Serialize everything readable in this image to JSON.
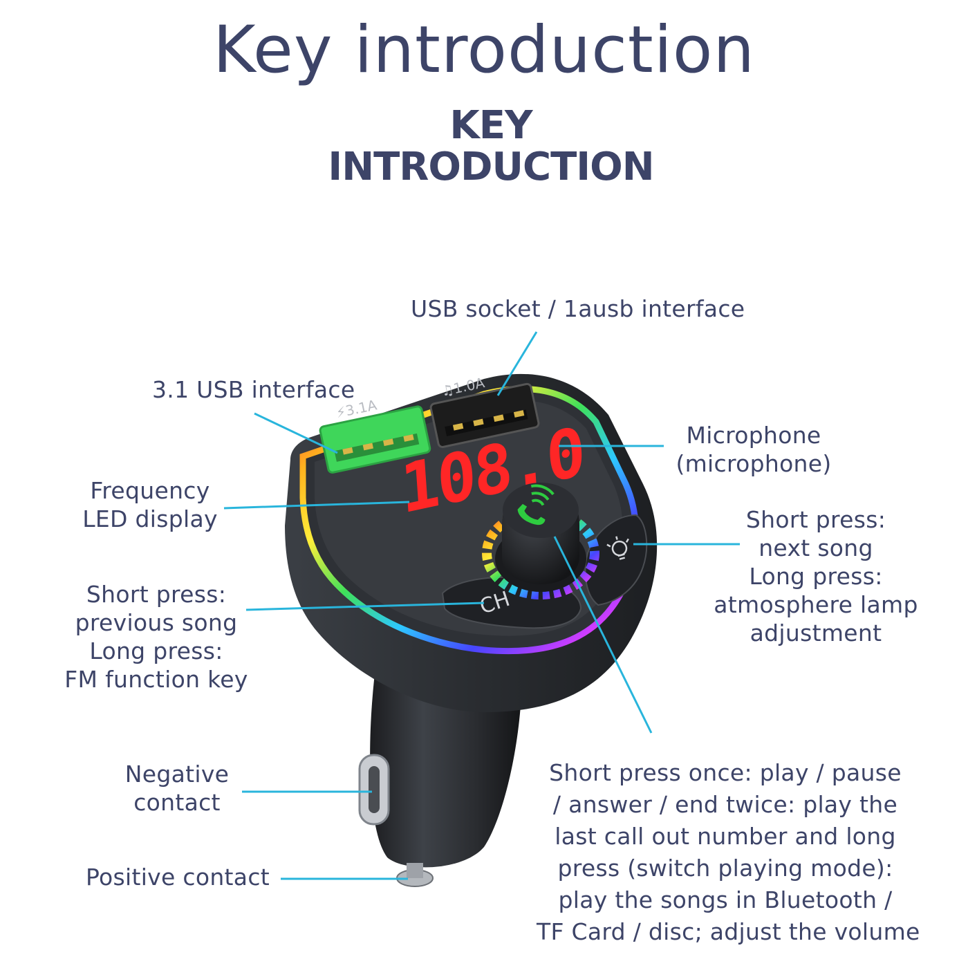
{
  "title": "Key introduction",
  "subtitle": [
    "KEY",
    "INTRODUCTION"
  ],
  "colors": {
    "text": "#3d4468",
    "leader": "#29b5dc",
    "device_body": "#2c2f33",
    "led_display": "#ff2626",
    "usb_fast": "#3fd65a",
    "usb_audio": "#1c1c1c",
    "call_icon": "#2ecc40"
  },
  "device": {
    "port_fast_label": "⚡3.1A",
    "port_audio_label": "♫1.0A",
    "led_frequency": "108.0",
    "ch_button_label": "CH",
    "lamp_button_icon": "bulb-icon",
    "knob_icon": "phone-call-icon"
  },
  "labels": {
    "usb_socket": [
      "USB socket / 1ausb interface"
    ],
    "usb_31": [
      "3.1 USB interface"
    ],
    "microphone": [
      "Microphone",
      "(microphone)"
    ],
    "frequency_display": [
      "Frequency",
      "LED display"
    ],
    "right_button": [
      "Short press:",
      "next song",
      "Long press:",
      "atmosphere lamp",
      "adjustment"
    ],
    "ch_button": [
      "Short press:",
      "previous song",
      "Long press:",
      "FM function key"
    ],
    "negative_contact": [
      "Negative",
      "contact"
    ],
    "positive_contact": [
      "Positive contact"
    ],
    "knob": [
      "Short press once: play / pause",
      "/ answer / end twice: play the",
      "last call out number and long",
      "press (switch playing mode):",
      "play the songs in Bluetooth /",
      "TF Card / disc; adjust the volume"
    ]
  }
}
